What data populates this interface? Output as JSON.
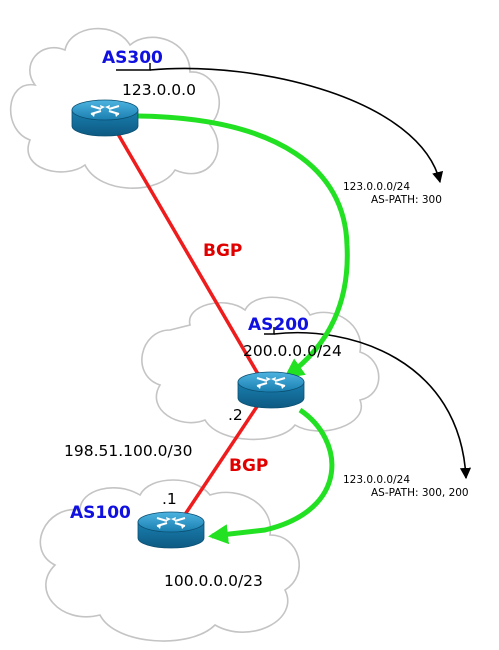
{
  "as300": {
    "name": "AS300",
    "network": "123.0.0.0"
  },
  "as200": {
    "name": "AS200",
    "network": "200.0.0.0/24",
    "iface_addr": ".2"
  },
  "as100": {
    "name": "AS100",
    "network": "100.0.0.0/23",
    "iface_addr": ".1"
  },
  "links": {
    "bgp_upper": "BGP",
    "bgp_lower": "BGP",
    "transit_subnet": "198.51.100.0/30"
  },
  "annotations": {
    "upper": {
      "prefix": "123.0.0.0/24",
      "as_path": "AS-PATH: 300"
    },
    "lower": {
      "prefix": "123.0.0.0/24",
      "as_path": "AS-PATH: 300, 200"
    }
  },
  "colors": {
    "bgp_link": "#ee1c1c",
    "route_arrow": "#22e022",
    "as_label": "#1010e0",
    "router_body": "#1a7fb0"
  },
  "icons": {
    "router": "router-icon",
    "cloud": "cloud-shape"
  }
}
